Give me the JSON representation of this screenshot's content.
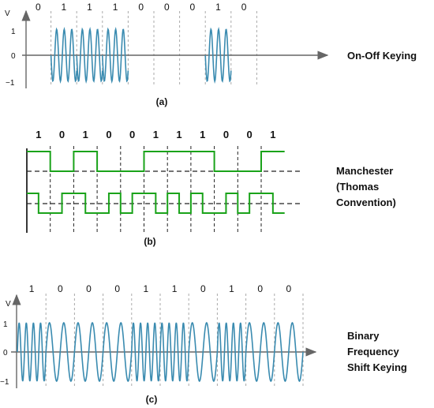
{
  "colors": {
    "wave": "#3a8bb0",
    "manchester": "#1aa31a",
    "axis": "#666666",
    "grid": "#aaaaaa",
    "text": "#111111"
  },
  "panel_a": {
    "bits": [
      "0",
      "1",
      "1",
      "1",
      "0",
      "0",
      "0",
      "1",
      "0"
    ],
    "y_label": "V",
    "ticks": [
      "1",
      "0",
      "−1"
    ],
    "caption": "(a)",
    "title": "On-Off Keying"
  },
  "panel_b": {
    "bits": [
      "1",
      "0",
      "1",
      "0",
      "0",
      "1",
      "1",
      "1",
      "0",
      "0",
      "1"
    ],
    "caption": "(b)",
    "title_lines": [
      "Manchester",
      "(Thomas",
      "Convention)"
    ]
  },
  "panel_c": {
    "bits": [
      "1",
      "0",
      "0",
      "0",
      "1",
      "1",
      "0",
      "1",
      "0",
      "0"
    ],
    "y_label": "V",
    "ticks": [
      "1",
      "0",
      "−1"
    ],
    "caption": "(c)",
    "title_lines": [
      "Binary",
      "Frequency",
      "Shift Keying"
    ]
  }
}
